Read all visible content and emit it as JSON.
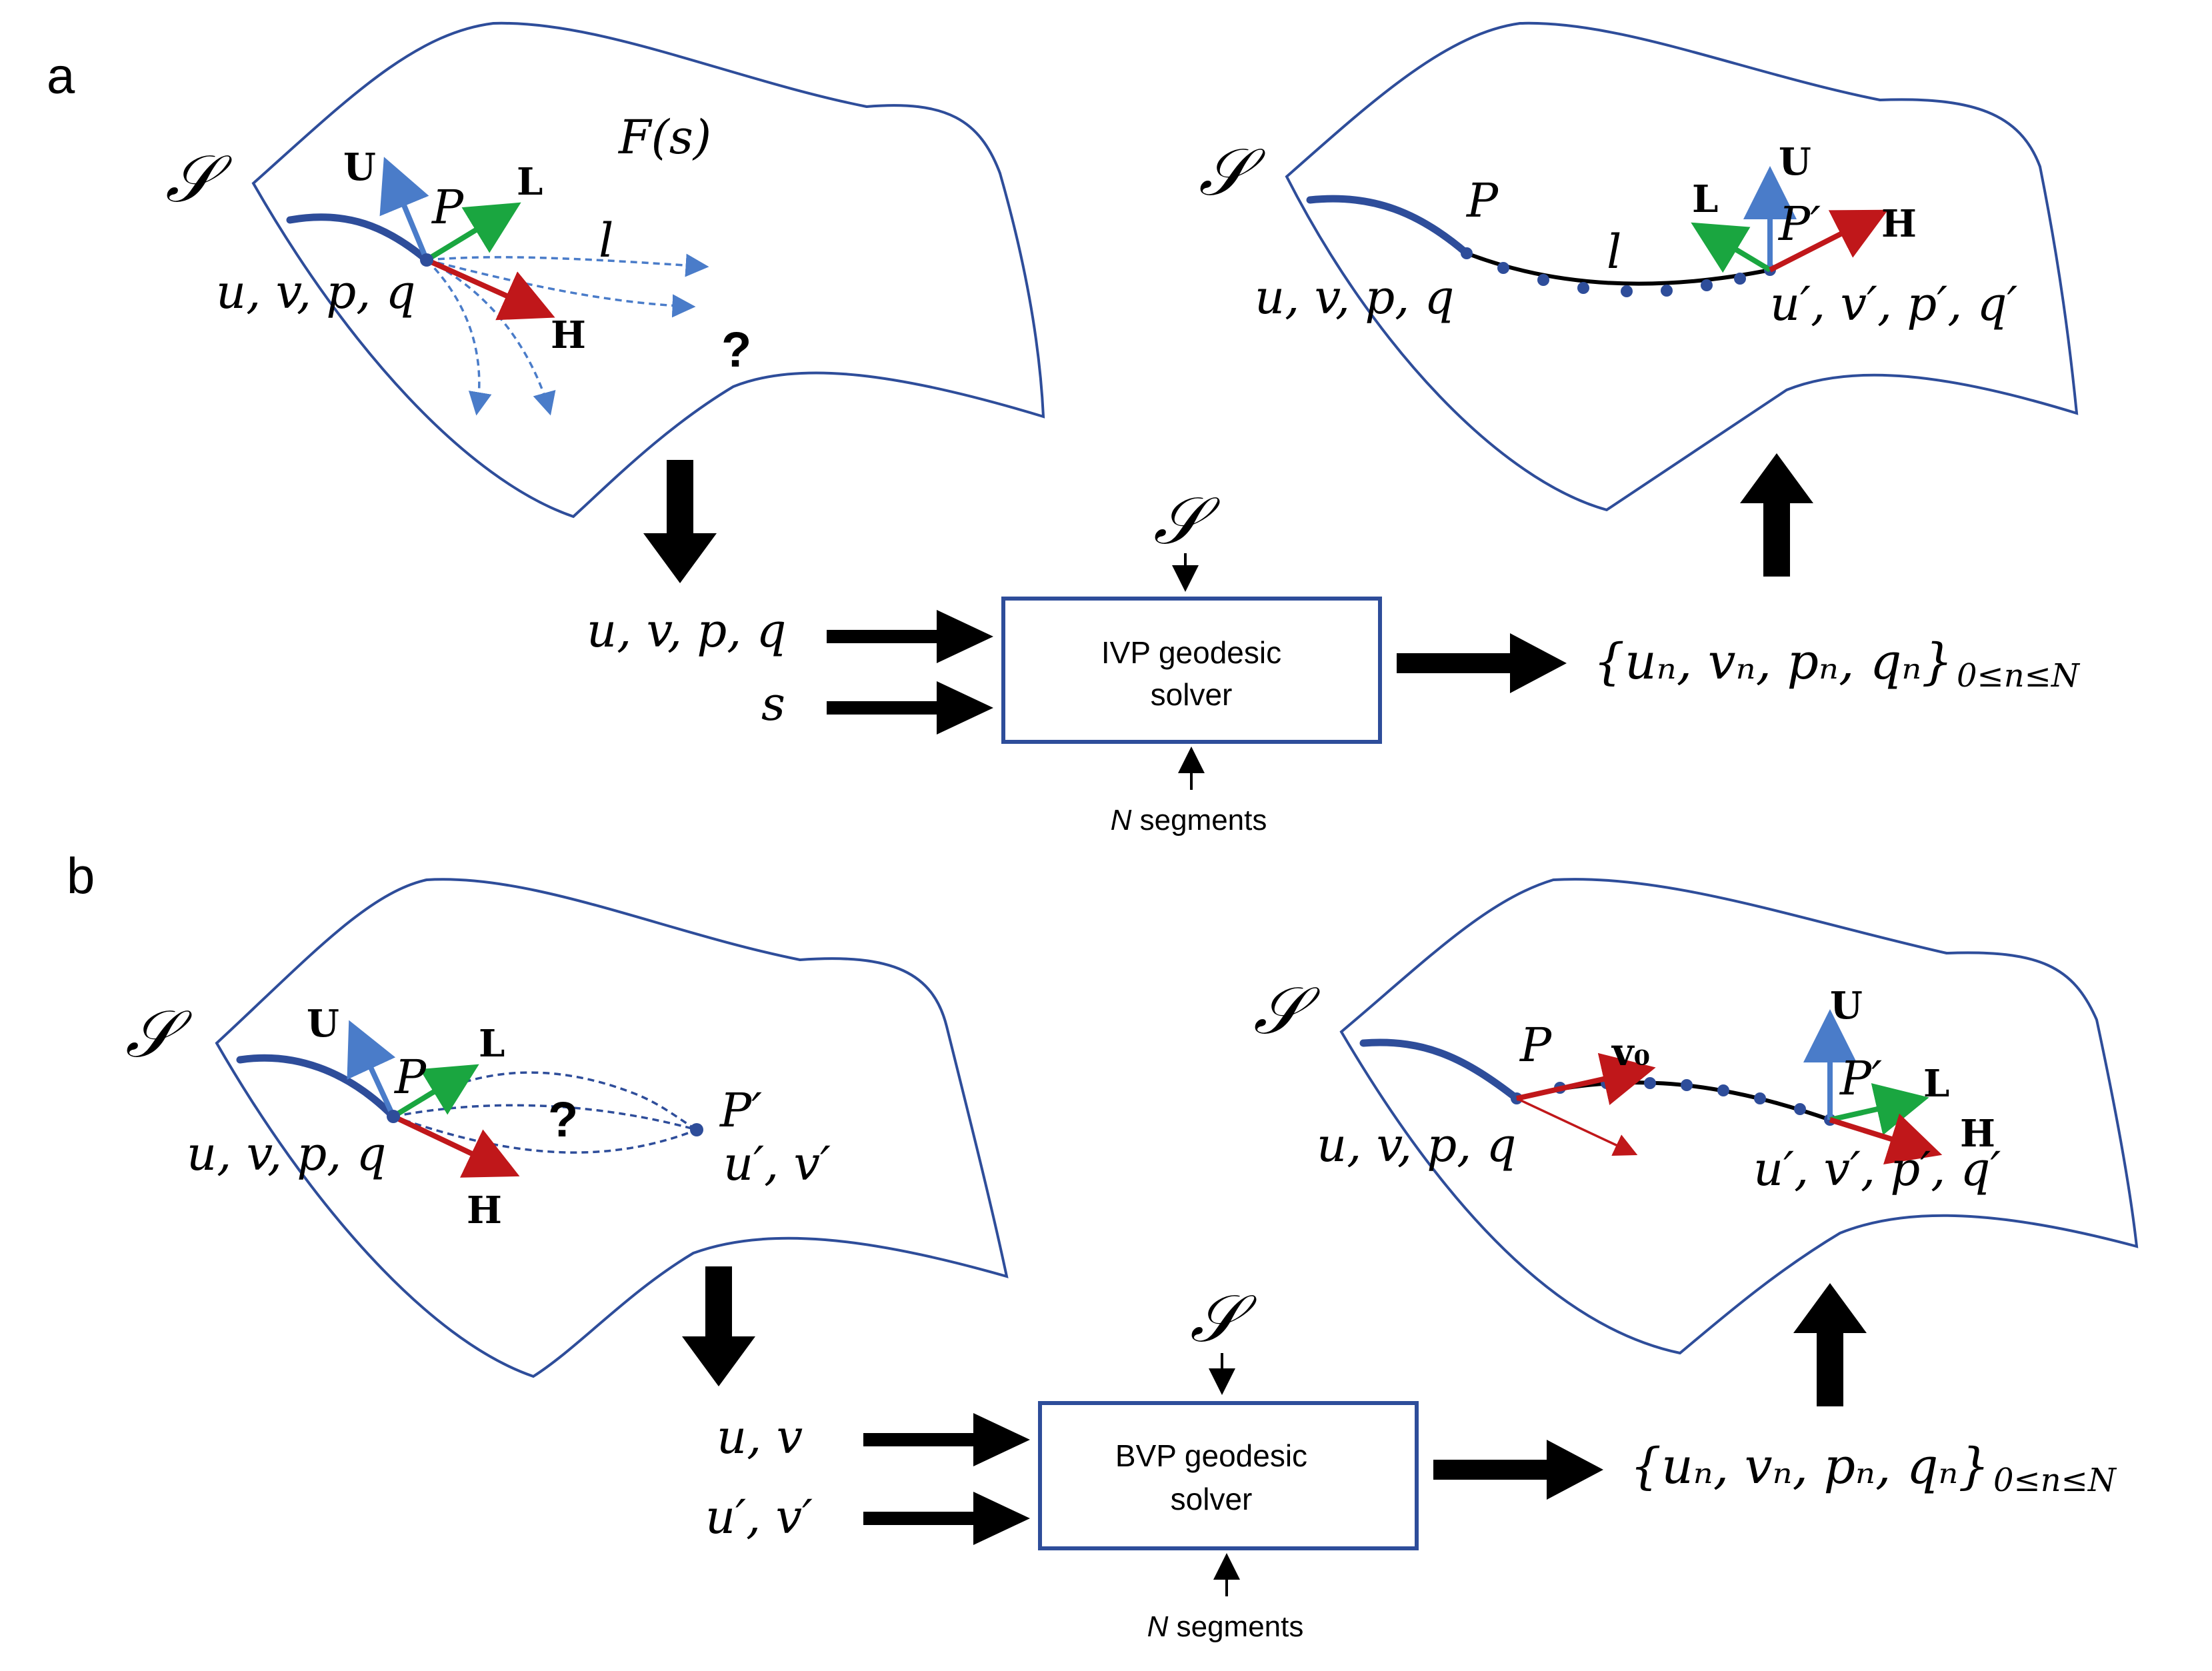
{
  "panels": [
    {
      "id": "a",
      "letter": "a",
      "surface_symbol": "𝒮",
      "left": {
        "surface_label": "𝒮",
        "functional": "F(s)",
        "point": "P",
        "coords": "u, v, p, q",
        "curve_label": "l",
        "vectors": {
          "U": "U",
          "L": "L",
          "H": "H"
        },
        "unknown": "?"
      },
      "right": {
        "surface_label": "𝒮",
        "start_point": "P",
        "end_point": "P′",
        "start_coords": "u, v, p, q",
        "end_coords": "u′, v′, p′, q′",
        "curve_label": "l",
        "vectors": {
          "U": "U",
          "L": "L",
          "H": "H"
        }
      },
      "inputs": [
        "u, v, p, q",
        "s"
      ],
      "solver_line1": "IVP geodesic",
      "solver_line2": "solver",
      "segments_label_n": "N",
      "segments_label_rest": " segments",
      "output_seq": "{uₙ, vₙ, pₙ, qₙ}",
      "output_sub": "0≤n≤N"
    },
    {
      "id": "b",
      "letter": "b",
      "surface_symbol": "𝒮",
      "left": {
        "surface_label": "𝒮",
        "point": "P",
        "target_point": "P′",
        "coords": "u, v, p, q",
        "target_coords": "u′, v′",
        "vectors": {
          "U": "U",
          "L": "L",
          "H": "H"
        },
        "unknown": "?"
      },
      "right": {
        "surface_label": "𝒮",
        "start_point": "P",
        "end_point": "P′",
        "start_coords": "u, v, p, q",
        "end_coords": "u′, v′, p′, q′",
        "initial_velocity": "v₀",
        "vectors": {
          "U": "U",
          "L": "L",
          "H": "H"
        }
      },
      "inputs": [
        "u, v",
        "u′, v′"
      ],
      "solver_line1": "BVP geodesic",
      "solver_line2": "solver",
      "segments_label_n": "N",
      "segments_label_rest": " segments",
      "output_seq": "{uₙ, vₙ, pₙ, qₙ}",
      "output_sub": "0≤n≤N"
    }
  ],
  "colors": {
    "surface": "#2e4d9a",
    "curve_thick": "#2e4d9a",
    "U": "#4a7cc9",
    "L": "#1aa640",
    "H": "#c0171a",
    "geodesic": "#000000",
    "dashed": "#4a7cc9"
  }
}
